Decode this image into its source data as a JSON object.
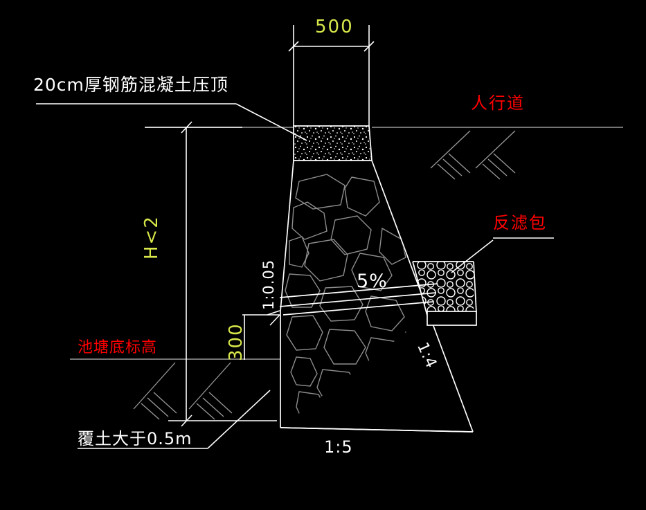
{
  "drawing": {
    "title": "Retaining wall section detail",
    "background": "#000000",
    "colors": {
      "line_white": "#ffffff",
      "line_gray": "#9a9a9a",
      "text_red": "#ff0000",
      "text_yellow": "#d8e84a",
      "text_white": "#ffffff"
    }
  },
  "annotations": {
    "cap_note": "20cm厚钢筋混凝土压顶",
    "sidewalk": "人行道",
    "filter_pack": "反滤包",
    "pond_bottom_elevation": "池塘底标高",
    "cover_soil_note": "覆土大于0.5m"
  },
  "dimensions": {
    "top_width": "500",
    "height_label": "H<2",
    "toe_height": "300",
    "back_batter": "1:0.05",
    "drain_slope": "5%",
    "base_slope": "1:5",
    "front_batter": "1:4"
  },
  "legend": {
    "concrete_cap_hatch": "concrete-dot-hatch",
    "rubble_masonry_hatch": "rubble-stone-hatch",
    "earth_hatch": "earth-hatch",
    "gravel_hatch": "gravel-circle-hatch"
  }
}
